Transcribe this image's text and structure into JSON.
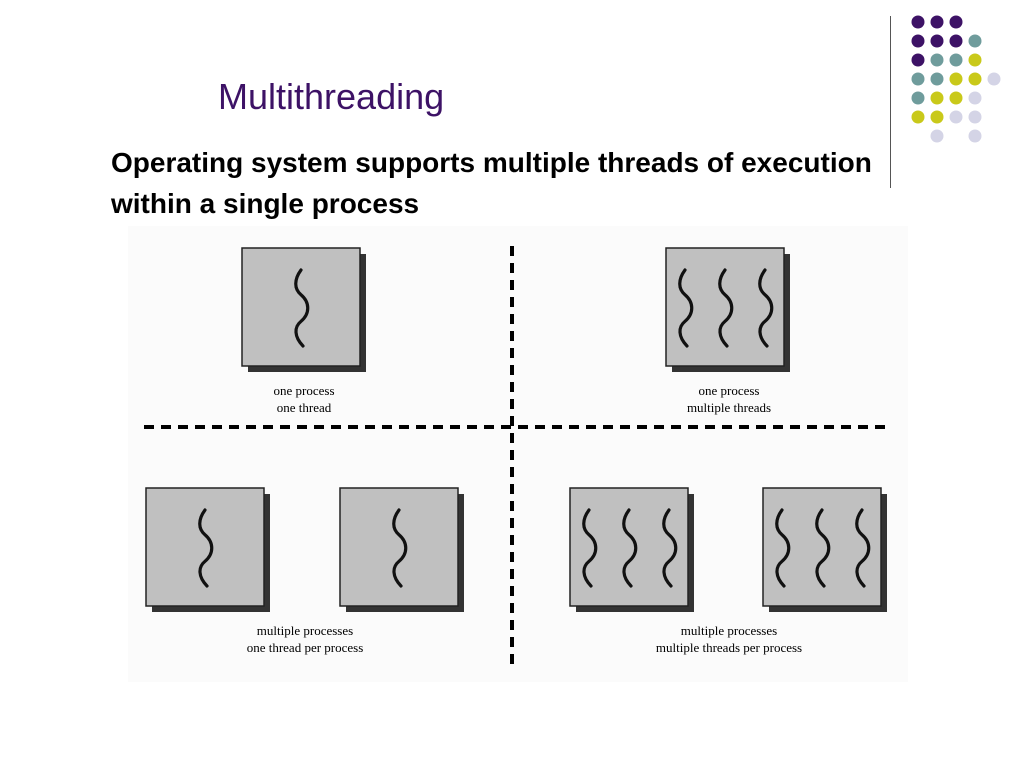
{
  "slide": {
    "title": "Multithreading",
    "subtitle": "Operating system supports multiple threads of execution within a single process"
  },
  "diagram": {
    "quadrants": [
      {
        "caption_line1": "one process",
        "caption_line2": "one thread",
        "processes": 1,
        "threads_per_process": 1
      },
      {
        "caption_line1": "one process",
        "caption_line2": "multiple threads",
        "processes": 1,
        "threads_per_process": 3
      },
      {
        "caption_line1": "multiple processes",
        "caption_line2": "one thread per process",
        "processes": 2,
        "threads_per_process": 1
      },
      {
        "caption_line1": "multiple processes",
        "caption_line2": "multiple threads per process",
        "processes": 2,
        "threads_per_process": 3
      }
    ]
  },
  "colors": {
    "title": "#3d1266",
    "dot_purple": "#3d1266",
    "dot_teal": "#6f9c9c",
    "dot_yellow": "#c9c91a",
    "dot_lavender": "#d4d4e6",
    "box_fill": "#c0c0c0",
    "box_shadow": "#333333"
  },
  "decor": {
    "dot_grid": [
      "PPP..",
      "PPPT.",
      "PTTY.",
      "TTYYL",
      "TYYL.",
      "YYLL.",
      ".L.L."
    ]
  }
}
